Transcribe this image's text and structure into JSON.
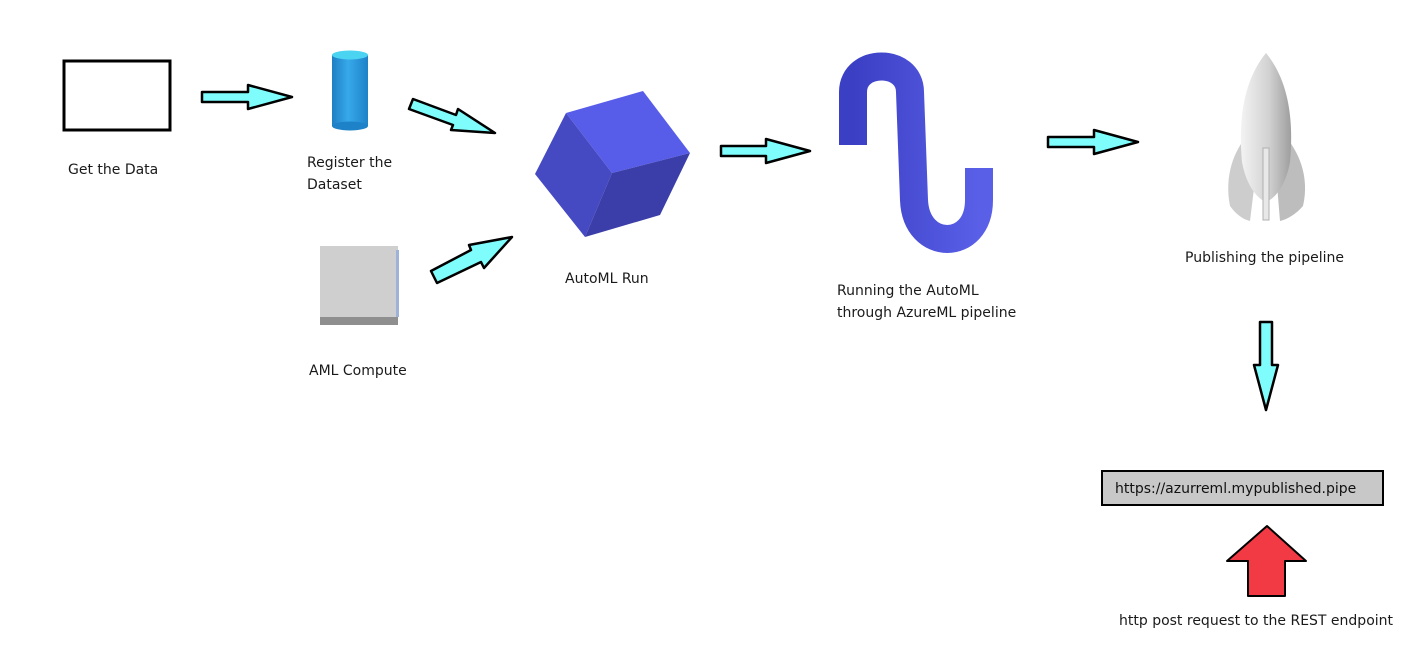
{
  "nodes": {
    "get_data": {
      "label": "Get the Data"
    },
    "register_dataset": {
      "label_line1": "Register the",
      "label_line2": "Dataset"
    },
    "aml_compute": {
      "label": "AML Compute"
    },
    "automl_run": {
      "label": "AutoML Run"
    },
    "automl_pipeline": {
      "label_line1": "Running the AutoML",
      "label_line2": "through AzureML pipeline"
    },
    "publish_pipeline": {
      "label": "Publishing the pipeline"
    },
    "endpoint": {
      "url": "https://azurreml.mypublished.pipe"
    },
    "post_request": {
      "label": "http post request to the REST endpoint"
    }
  },
  "colors": {
    "flow_arrow": "#7ffdfd",
    "request_arrow": "#f23a45",
    "cylinder": "#2a96dc",
    "cube": "#4e55e6",
    "pipe": "#4b4fd9",
    "compute_box": "#cfcfcf",
    "url_box": "#c8c8c8"
  }
}
